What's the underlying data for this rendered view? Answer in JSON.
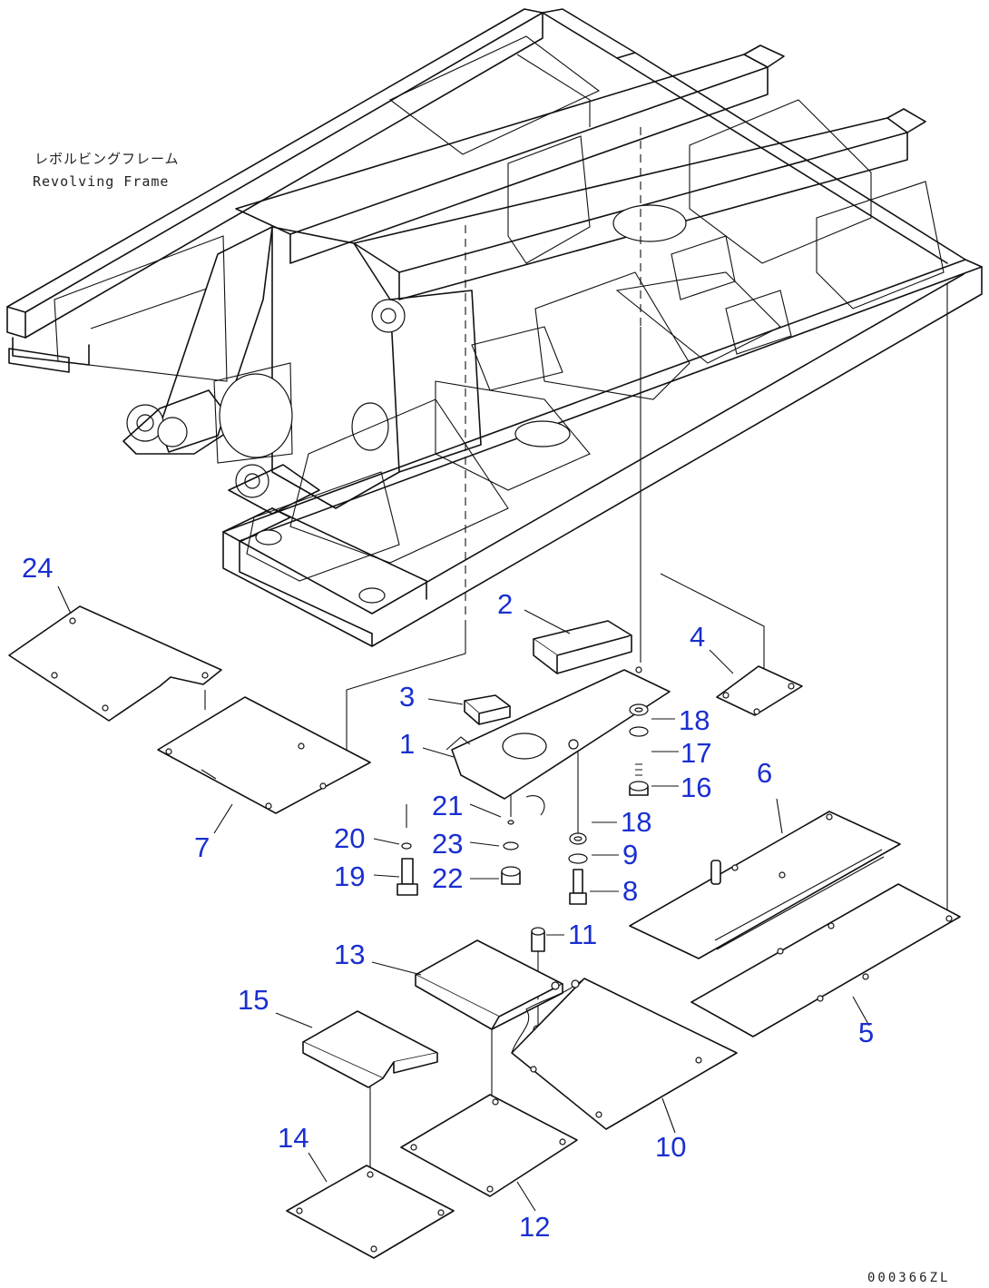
{
  "caption": {
    "jp": "レボルビングフレーム",
    "en": "Revolving Frame"
  },
  "drawing_code": "000366ZL",
  "callouts": [
    {
      "id": "24",
      "label": "24"
    },
    {
      "id": "2",
      "label": "2"
    },
    {
      "id": "4",
      "label": "4"
    },
    {
      "id": "3",
      "label": "3"
    },
    {
      "id": "1",
      "label": "1"
    },
    {
      "id": "18a",
      "label": "18"
    },
    {
      "id": "17",
      "label": "17"
    },
    {
      "id": "16",
      "label": "16"
    },
    {
      "id": "6",
      "label": "6"
    },
    {
      "id": "21",
      "label": "21"
    },
    {
      "id": "18b",
      "label": "18"
    },
    {
      "id": "20",
      "label": "20"
    },
    {
      "id": "23",
      "label": "23"
    },
    {
      "id": "9",
      "label": "9"
    },
    {
      "id": "19",
      "label": "19"
    },
    {
      "id": "22",
      "label": "22"
    },
    {
      "id": "8",
      "label": "8"
    },
    {
      "id": "7",
      "label": "7"
    },
    {
      "id": "11",
      "label": "11"
    },
    {
      "id": "13",
      "label": "13"
    },
    {
      "id": "15",
      "label": "15"
    },
    {
      "id": "5",
      "label": "5"
    },
    {
      "id": "10",
      "label": "10"
    },
    {
      "id": "14",
      "label": "14"
    },
    {
      "id": "12",
      "label": "12"
    }
  ]
}
